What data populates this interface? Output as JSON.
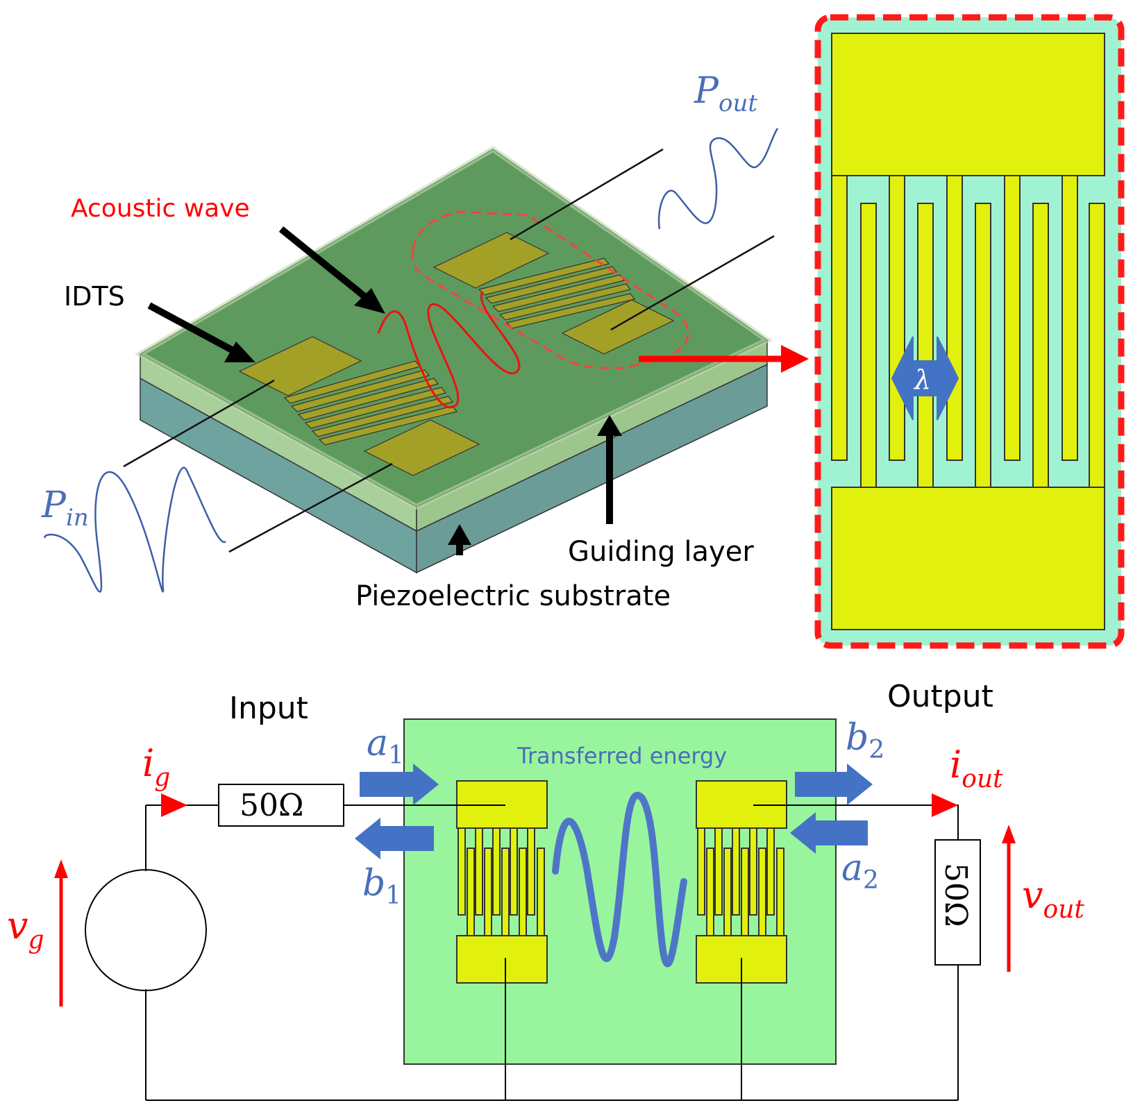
{
  "device_3d": {
    "labels": {
      "acoustic_wave": "Acoustic wave",
      "idts": "IDTS",
      "guiding_layer": "Guiding layer",
      "piezo_substrate": "Piezoelectric substrate",
      "p_in_base": "P",
      "p_in_sub": "in",
      "p_out_base": "P",
      "p_out_sub": "out"
    }
  },
  "zoom_panel": {
    "lambda": "λ"
  },
  "circuit": {
    "input_label": "Input",
    "output_label": "Output",
    "transferred_energy": "Transferred energy",
    "resistor_in": "50Ω",
    "resistor_out": "50Ω",
    "i_g_base": "i",
    "i_g_sub": "g",
    "v_g_base": "v",
    "v_g_sub": "g",
    "i_out_base": "i",
    "i_out_sub": "out",
    "v_out_base": "v",
    "v_out_sub": "out",
    "a1_base": "a",
    "a1_sub": "1",
    "b1_base": "b",
    "b1_sub": "1",
    "a2_base": "a",
    "a2_sub": "2",
    "b2_base": "b",
    "b2_sub": "2"
  },
  "colors": {
    "substrate_side": "#6fa3a0",
    "guiding_top": "#5e9a5e",
    "guiding_edge": "#a9cf9a",
    "idt_3d": "#a3a028",
    "idt_pad": "#e2f00e",
    "zoom_bg": "#9ff3d2",
    "chip_bg": "#99f59d",
    "red": "#ff0000",
    "blue": "#4472c4",
    "sym_blue": "#5b86cf"
  }
}
